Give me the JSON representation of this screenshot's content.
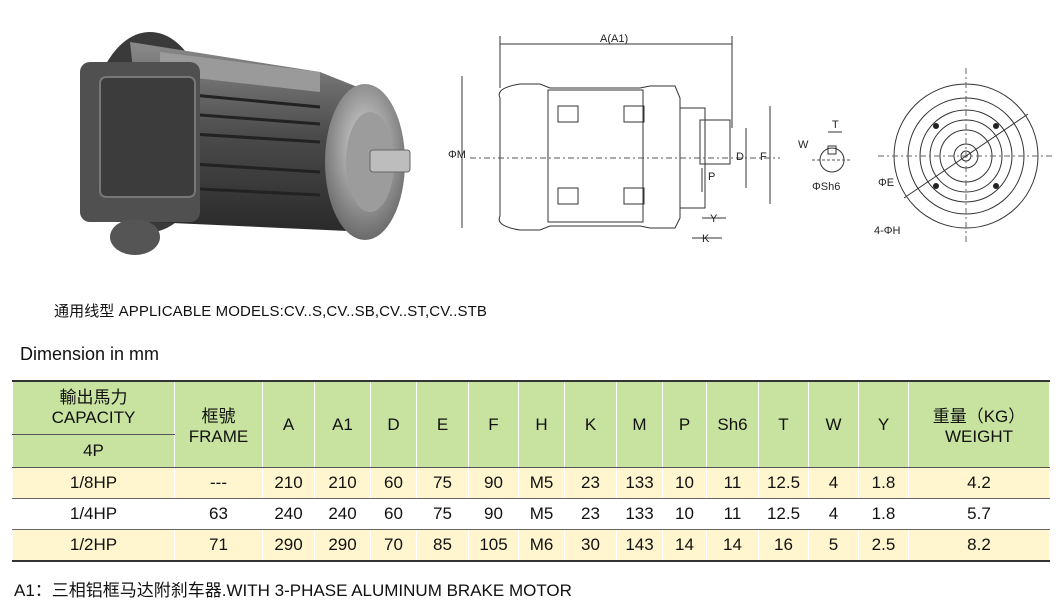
{
  "models_line": "通用线型 APPLICABLE MODELS:CV..S,CV..SB,CV..ST,CV..STB",
  "unit_label": "Dimension in mm",
  "drawing_labels": {
    "a_a1": "A(A1)",
    "phi_m": "ΦM",
    "d": "D",
    "f": "F",
    "p": "P",
    "y": "Y",
    "k": "K",
    "w": "W",
    "t": "T",
    "phi_sh6": "ΦSh6",
    "phi_e": "ΦE",
    "four_phi_h": "4-ΦH"
  },
  "table": {
    "capacity_cn": "輸出馬力",
    "capacity_en": "CAPACITY",
    "poles": "4P",
    "frame_cn": "框號",
    "frame_en": "FRAME",
    "weight_cn": "重量（KG）",
    "weight_en": "WEIGHT",
    "dim_columns": [
      "A",
      "A1",
      "D",
      "E",
      "F",
      "H",
      "K",
      "M",
      "P",
      "Sh6",
      "T",
      "W",
      "Y"
    ],
    "rows": [
      {
        "capacity": "1/8HP",
        "frame": "---",
        "A": "210",
        "A1": "210",
        "D": "60",
        "E": "75",
        "F": "90",
        "H": "M5",
        "K": "23",
        "M": "133",
        "P": "10",
        "Sh6": "11",
        "T": "12.5",
        "W": "4",
        "Y": "1.8",
        "weight": "4.2"
      },
      {
        "capacity": "1/4HP",
        "frame": "63",
        "A": "240",
        "A1": "240",
        "D": "60",
        "E": "75",
        "F": "90",
        "H": "M5",
        "K": "23",
        "M": "133",
        "P": "10",
        "Sh6": "11",
        "T": "12.5",
        "W": "4",
        "Y": "1.8",
        "weight": "5.7"
      },
      {
        "capacity": "1/2HP",
        "frame": "71",
        "A": "290",
        "A1": "290",
        "D": "70",
        "E": "85",
        "F": "105",
        "H": "M6",
        "K": "30",
        "M": "143",
        "P": "14",
        "Sh6": "14",
        "T": "16",
        "W": "5",
        "Y": "2.5",
        "weight": "8.2"
      }
    ]
  },
  "footnote": "A1：三相铝框马达附刹车器.WITH 3-PHASE ALUMINUM BRAKE MOTOR",
  "colors": {
    "header_bg": "#c8e3a0",
    "row_highlight": "#fff6cf"
  }
}
